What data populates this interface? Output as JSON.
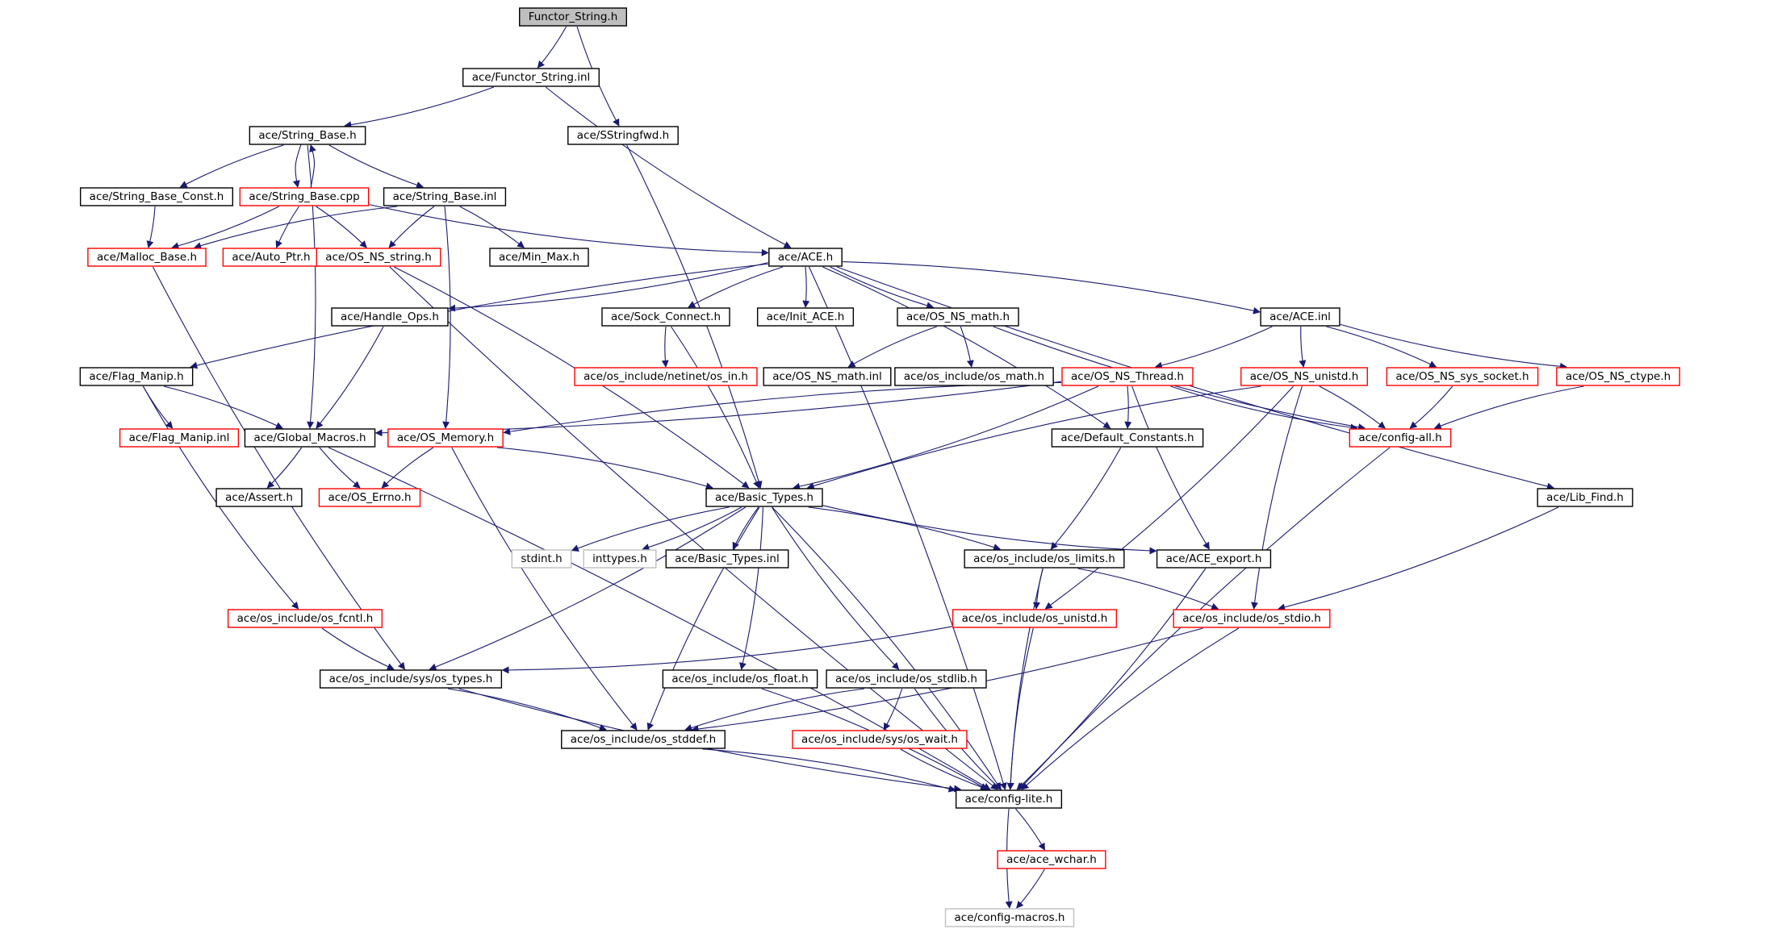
{
  "colors": {
    "edge": "#191970",
    "border_default": "#000000",
    "border_truncated": "#ff0000",
    "border_external": "#bfbfbf",
    "root_fill": "#bfbfbf",
    "node_fill": "#ffffff"
  },
  "nodes": [
    {
      "id": "functor_string_h",
      "label": "Functor_String.h",
      "kind": "root"
    },
    {
      "id": "functor_string_inl",
      "label": "ace/Functor_String.inl",
      "kind": "default"
    },
    {
      "id": "sstringfwd",
      "label": "ace/SStringfwd.h",
      "kind": "default"
    },
    {
      "id": "string_base_h",
      "label": "ace/String_Base.h",
      "kind": "default"
    },
    {
      "id": "string_base_const",
      "label": "ace/String_Base_Const.h",
      "kind": "default"
    },
    {
      "id": "string_base_cpp",
      "label": "ace/String_Base.cpp",
      "kind": "truncated"
    },
    {
      "id": "string_base_inl",
      "label": "ace/String_Base.inl",
      "kind": "default"
    },
    {
      "id": "malloc_base",
      "label": "ace/Malloc_Base.h",
      "kind": "truncated"
    },
    {
      "id": "auto_ptr",
      "label": "ace/Auto_Ptr.h",
      "kind": "truncated"
    },
    {
      "id": "os_ns_string",
      "label": "ace/OS_NS_string.h",
      "kind": "truncated"
    },
    {
      "id": "min_max",
      "label": "ace/Min_Max.h",
      "kind": "default"
    },
    {
      "id": "ace_h",
      "label": "ace/ACE.h",
      "kind": "default"
    },
    {
      "id": "handle_ops",
      "label": "ace/Handle_Ops.h",
      "kind": "default"
    },
    {
      "id": "sock_connect",
      "label": "ace/Sock_Connect.h",
      "kind": "default"
    },
    {
      "id": "init_ace",
      "label": "ace/Init_ACE.h",
      "kind": "default"
    },
    {
      "id": "os_ns_math",
      "label": "ace/OS_NS_math.h",
      "kind": "default"
    },
    {
      "id": "ace_inl",
      "label": "ace/ACE.inl",
      "kind": "default"
    },
    {
      "id": "flag_manip",
      "label": "ace/Flag_Manip.h",
      "kind": "default"
    },
    {
      "id": "netinet_os_in",
      "label": "ace/os_include/netinet/os_in.h",
      "kind": "truncated"
    },
    {
      "id": "os_ns_math_inl",
      "label": "ace/OS_NS_math.inl",
      "kind": "default"
    },
    {
      "id": "os_math",
      "label": "ace/os_include/os_math.h",
      "kind": "default"
    },
    {
      "id": "os_ns_thread",
      "label": "ace/OS_NS_Thread.h",
      "kind": "truncated"
    },
    {
      "id": "os_ns_unistd",
      "label": "ace/OS_NS_unistd.h",
      "kind": "truncated"
    },
    {
      "id": "os_ns_sys_socket",
      "label": "ace/OS_NS_sys_socket.h",
      "kind": "truncated"
    },
    {
      "id": "os_ns_ctype",
      "label": "ace/OS_NS_ctype.h",
      "kind": "truncated"
    },
    {
      "id": "flag_manip_inl",
      "label": "ace/Flag_Manip.inl",
      "kind": "truncated"
    },
    {
      "id": "global_macros",
      "label": "ace/Global_Macros.h",
      "kind": "default"
    },
    {
      "id": "os_memory",
      "label": "ace/OS_Memory.h",
      "kind": "truncated"
    },
    {
      "id": "default_constants",
      "label": "ace/Default_Constants.h",
      "kind": "default"
    },
    {
      "id": "config_all",
      "label": "ace/config-all.h",
      "kind": "truncated"
    },
    {
      "id": "assert_h",
      "label": "ace/Assert.h",
      "kind": "default"
    },
    {
      "id": "os_errno",
      "label": "ace/OS_Errno.h",
      "kind": "truncated"
    },
    {
      "id": "basic_types",
      "label": "ace/Basic_Types.h",
      "kind": "default"
    },
    {
      "id": "lib_find",
      "label": "ace/Lib_Find.h",
      "kind": "default"
    },
    {
      "id": "stdint",
      "label": "stdint.h",
      "kind": "external"
    },
    {
      "id": "inttypes",
      "label": "inttypes.h",
      "kind": "external"
    },
    {
      "id": "basic_types_inl",
      "label": "ace/Basic_Types.inl",
      "kind": "default"
    },
    {
      "id": "os_limits",
      "label": "ace/os_include/os_limits.h",
      "kind": "default"
    },
    {
      "id": "ace_export",
      "label": "ace/ACE_export.h",
      "kind": "default"
    },
    {
      "id": "os_fcntl",
      "label": "ace/os_include/os_fcntl.h",
      "kind": "truncated"
    },
    {
      "id": "os_unistd",
      "label": "ace/os_include/os_unistd.h",
      "kind": "truncated"
    },
    {
      "id": "os_stdio",
      "label": "ace/os_include/os_stdio.h",
      "kind": "truncated"
    },
    {
      "id": "sys_os_types",
      "label": "ace/os_include/sys/os_types.h",
      "kind": "default"
    },
    {
      "id": "os_float",
      "label": "ace/os_include/os_float.h",
      "kind": "default"
    },
    {
      "id": "os_stdlib",
      "label": "ace/os_include/os_stdlib.h",
      "kind": "default"
    },
    {
      "id": "os_stddef",
      "label": "ace/os_include/os_stddef.h",
      "kind": "default"
    },
    {
      "id": "sys_os_wait",
      "label": "ace/os_include/sys/os_wait.h",
      "kind": "truncated"
    },
    {
      "id": "config_lite",
      "label": "ace/config-lite.h",
      "kind": "default"
    },
    {
      "id": "ace_wchar",
      "label": "ace/ace_wchar.h",
      "kind": "truncated"
    },
    {
      "id": "config_macros",
      "label": "ace/config-macros.h",
      "kind": "external"
    }
  ],
  "edges": [
    [
      "functor_string_h",
      "functor_string_inl"
    ],
    [
      "functor_string_h",
      "sstringfwd"
    ],
    [
      "functor_string_inl",
      "string_base_h"
    ],
    [
      "functor_string_inl",
      "ace_h"
    ],
    [
      "sstringfwd",
      "basic_types"
    ],
    [
      "string_base_h",
      "string_base_const"
    ],
    [
      "string_base_h",
      "string_base_cpp"
    ],
    [
      "string_base_h",
      "string_base_inl"
    ],
    [
      "string_base_h",
      "global_macros"
    ],
    [
      "string_base_cpp",
      "string_base_h"
    ],
    [
      "string_base_cpp",
      "malloc_base"
    ],
    [
      "string_base_cpp",
      "auto_ptr"
    ],
    [
      "string_base_cpp",
      "os_ns_string"
    ],
    [
      "string_base_cpp",
      "ace_h"
    ],
    [
      "string_base_const",
      "malloc_base"
    ],
    [
      "string_base_inl",
      "malloc_base"
    ],
    [
      "string_base_inl",
      "min_max"
    ],
    [
      "string_base_inl",
      "os_ns_string"
    ],
    [
      "string_base_inl",
      "os_memory"
    ],
    [
      "malloc_base",
      "sys_os_types"
    ],
    [
      "os_ns_string",
      "basic_types"
    ],
    [
      "os_ns_string",
      "config_lite"
    ],
    [
      "ace_h",
      "handle_ops"
    ],
    [
      "ace_h",
      "sock_connect"
    ],
    [
      "ace_h",
      "init_ace"
    ],
    [
      "ace_h",
      "os_ns_math"
    ],
    [
      "ace_h",
      "ace_inl"
    ],
    [
      "ace_h",
      "flag_manip"
    ],
    [
      "ace_h",
      "default_constants"
    ],
    [
      "ace_h",
      "lib_find"
    ],
    [
      "ace_h",
      "config_lite"
    ],
    [
      "sock_connect",
      "netinet_os_in"
    ],
    [
      "sock_connect",
      "basic_types"
    ],
    [
      "os_ns_math",
      "os_ns_math_inl"
    ],
    [
      "os_ns_math",
      "os_math"
    ],
    [
      "os_ns_math",
      "config_all"
    ],
    [
      "ace_inl",
      "os_ns_thread"
    ],
    [
      "ace_inl",
      "os_ns_unistd"
    ],
    [
      "ace_inl",
      "os_ns_sys_socket"
    ],
    [
      "ace_inl",
      "os_ns_ctype"
    ],
    [
      "handle_ops",
      "global_macros"
    ],
    [
      "flag_manip",
      "flag_manip_inl"
    ],
    [
      "flag_manip",
      "global_macros"
    ],
    [
      "flag_manip",
      "os_fcntl"
    ],
    [
      "os_ns_thread",
      "global_macros"
    ],
    [
      "os_ns_thread",
      "os_memory"
    ],
    [
      "os_ns_thread",
      "default_constants"
    ],
    [
      "os_ns_thread",
      "config_all"
    ],
    [
      "os_ns_thread",
      "basic_types"
    ],
    [
      "os_ns_thread",
      "ace_export"
    ],
    [
      "os_ns_unistd",
      "config_all"
    ],
    [
      "os_ns_unistd",
      "basic_types"
    ],
    [
      "os_ns_unistd",
      "os_unistd"
    ],
    [
      "os_ns_unistd",
      "os_stdio"
    ],
    [
      "os_ns_sys_socket",
      "config_all"
    ],
    [
      "os_ns_ctype",
      "config_all"
    ],
    [
      "global_macros",
      "assert_h"
    ],
    [
      "global_macros",
      "os_errno"
    ],
    [
      "global_macros",
      "config_lite"
    ],
    [
      "os_memory",
      "os_errno"
    ],
    [
      "os_memory",
      "basic_types"
    ],
    [
      "os_memory",
      "os_stddef"
    ],
    [
      "default_constants",
      "os_limits"
    ],
    [
      "config_all",
      "config_lite"
    ],
    [
      "lib_find",
      "os_stdio"
    ],
    [
      "basic_types",
      "stdint"
    ],
    [
      "basic_types",
      "inttypes"
    ],
    [
      "basic_types",
      "basic_types_inl"
    ],
    [
      "basic_types",
      "os_limits"
    ],
    [
      "basic_types",
      "ace_export"
    ],
    [
      "basic_types",
      "sys_os_types"
    ],
    [
      "basic_types",
      "os_stddef"
    ],
    [
      "basic_types",
      "os_float"
    ],
    [
      "basic_types",
      "os_stdlib"
    ],
    [
      "basic_types",
      "config_lite"
    ],
    [
      "os_limits",
      "os_unistd"
    ],
    [
      "os_limits",
      "os_stdio"
    ],
    [
      "os_limits",
      "config_lite"
    ],
    [
      "ace_export",
      "config_lite"
    ],
    [
      "os_fcntl",
      "sys_os_types"
    ],
    [
      "os_unistd",
      "sys_os_types"
    ],
    [
      "os_unistd",
      "config_lite"
    ],
    [
      "os_stdio",
      "os_stddef"
    ],
    [
      "os_stdio",
      "config_lite"
    ],
    [
      "sys_os_types",
      "os_stddef"
    ],
    [
      "sys_os_types",
      "config_lite"
    ],
    [
      "os_float",
      "config_lite"
    ],
    [
      "os_stdlib",
      "os_stddef"
    ],
    [
      "os_stdlib",
      "sys_os_wait"
    ],
    [
      "os_stdlib",
      "config_lite"
    ],
    [
      "os_stddef",
      "config_lite"
    ],
    [
      "sys_os_wait",
      "config_lite"
    ],
    [
      "config_lite",
      "ace_wchar"
    ],
    [
      "config_lite",
      "config_macros"
    ],
    [
      "ace_wchar",
      "config_macros"
    ]
  ]
}
